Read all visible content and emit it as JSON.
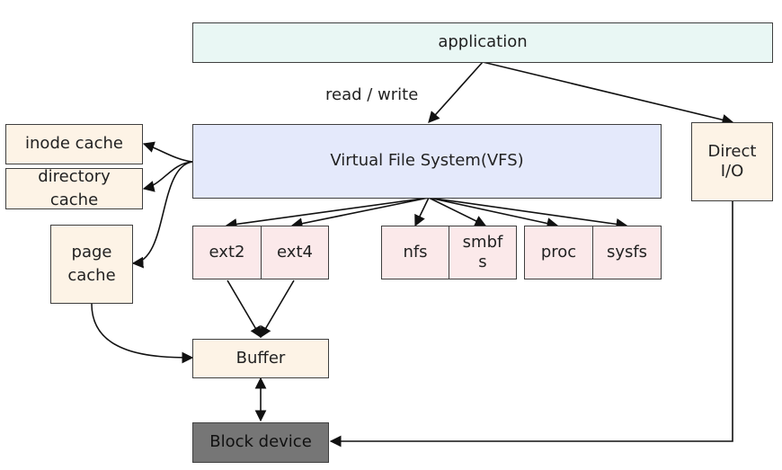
{
  "nodes": {
    "application": "application",
    "vfs": "Virtual File System(VFS)",
    "direct_io": "Direct\nI/O",
    "inode_cache": "inode cache",
    "directory_cache": "directory\ncache",
    "page_cache": "page\ncache",
    "ext2": "ext2",
    "ext4": "ext4",
    "nfs": "nfs",
    "smbfs": "smbf\ns",
    "proc": "proc",
    "sysfs": "sysfs",
    "buffer": "Buffer",
    "block_device": "Block device"
  },
  "edge_labels": {
    "read_write": "read / write"
  },
  "colors": {
    "application": "#e9f7f4",
    "vfs": "#e4e9fb",
    "cache": "#fdf3e6",
    "fs": "#fbe9ea",
    "block_device": "#767676",
    "stroke": "#111111"
  }
}
